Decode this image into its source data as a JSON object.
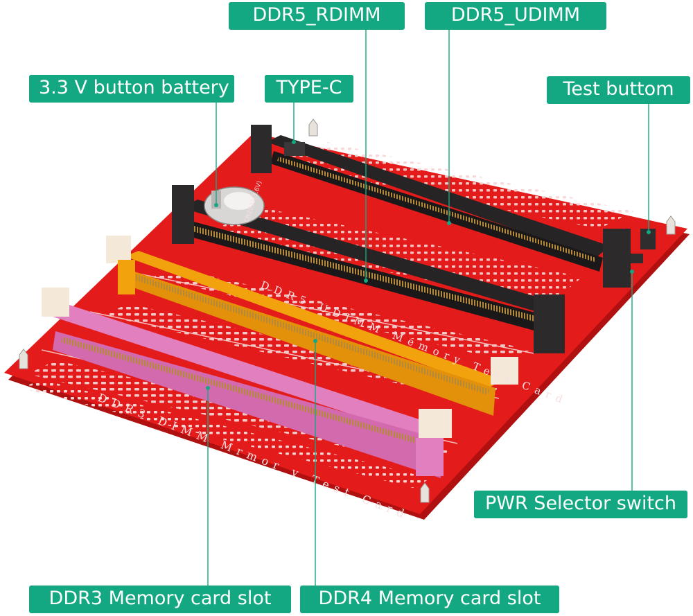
{
  "image": {
    "subject": "DDR memory test card PCB",
    "colors": {
      "board": "#e41b1b",
      "board_dark": "#b01010",
      "callout_bg": "#14a882",
      "callout_text": "#ffffff",
      "slot_ddr5": "#262424",
      "slot_ddr4": "#f2a20c",
      "slot_ddr3": "#e27fbe",
      "led": "#f7d4d4"
    }
  },
  "callouts": {
    "ddr5_rdimm": "DDR5_RDIMM",
    "ddr5_udimm": "DDR5_UDIMM",
    "battery": "3.3 V button battery",
    "typec": "TYPE-C",
    "test_button": "Test buttom",
    "pwr_switch": "PWR Selector switch",
    "ddr3_slot": "DDR3 Memory card slot",
    "ddr4_slot": "DDR4 Memory card slot"
  },
  "board_print": {
    "ddr5_title": "DDR5 UDIMM Memory Test Card",
    "ddr3_title": "DDR3 DIMM Mrmor y Test Card",
    "battery_label": "CR2032(3.6V)"
  }
}
